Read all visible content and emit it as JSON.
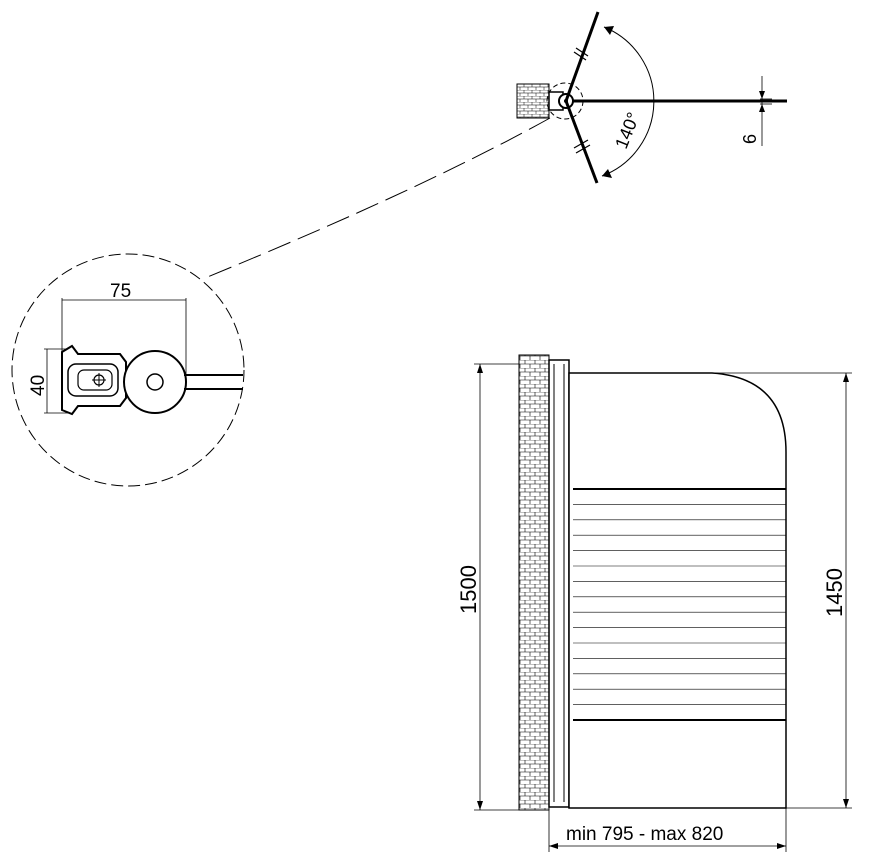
{
  "drawing": {
    "line_color": "#000000",
    "background_color": "#ffffff",
    "dimensions": {
      "rotation_angle": "140°",
      "panel_thickness": "6",
      "detail_width": "75",
      "detail_depth": "40",
      "overall_height": "1500",
      "panel_height": "1450",
      "width_range": "min 795 - max 820"
    },
    "views": {
      "plan": {
        "swing_angle_deg": 140
      },
      "elevation": {
        "stripe_count": 14
      }
    }
  }
}
